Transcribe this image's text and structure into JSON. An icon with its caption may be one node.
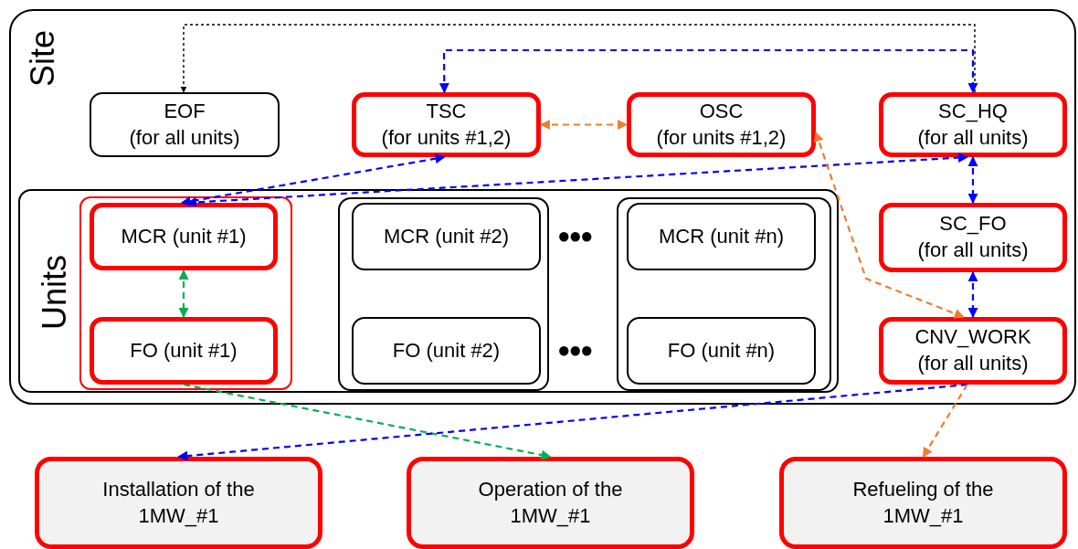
{
  "diagram": {
    "nodes": [
      {
        "text": [
          "Site"
        ]
      },
      {
        "text": [
          "EOF",
          "(for all units)"
        ],
        "in": 0
      },
      {
        "text": [
          "TSC",
          "(for units #1,2)"
        ],
        "in": 0
      },
      {
        "text": [
          "OSC",
          "(for units #1,2)"
        ],
        "in": 0
      },
      {
        "text": [
          "SC_HQ",
          "(for all units)"
        ],
        "in": 0
      },
      {
        "text": [
          "Units"
        ],
        "in": 0
      },
      {
        "text": [],
        "shape": "box",
        "in": 5
      },
      {
        "text": [
          "MCR (unit #1)"
        ],
        "in": 6
      },
      {
        "text": [
          "FO (unit #1)"
        ],
        "in": 6
      },
      {
        "text": [],
        "shape": "box",
        "in": 5
      },
      {
        "text": [
          "MCR (unit #2)"
        ],
        "in": 9
      },
      {
        "text": [
          "FO (unit #2)"
        ],
        "in": 9
      },
      {
        "text": [],
        "shape": "box",
        "in": 5
      },
      {
        "text": [
          "MCR (unit #n)"
        ],
        "in": 12
      },
      {
        "text": [
          "FO (unit #n)"
        ],
        "in": 12
      },
      {
        "text": [
          "SC_FO",
          "(for all units)"
        ],
        "in": 0
      },
      {
        "text": [
          "CNV_WORK",
          "(for all units)"
        ],
        "in": 0
      },
      {
        "text": [
          "Installation of the 1MW_#1"
        ]
      },
      {
        "text": [
          "Operation of the 1MW_#1"
        ]
      },
      {
        "text": [
          "Refueling of the 1MW_#1"
        ]
      }
    ],
    "edges": [
      {
        "from": 4,
        "to": 1,
        "arrow": "to",
        "style": "dashed",
        "color": "#000000"
      },
      {
        "from": 2,
        "to": 4,
        "arrow": "both",
        "style": "dashed"
      },
      {
        "from": 2,
        "to": 3,
        "arrow": "both",
        "style": "dashed",
        "color": "#ed7d31"
      },
      {
        "from": 7,
        "to": 2,
        "arrow": "both",
        "style": "dashed"
      },
      {
        "from": 7,
        "to": 4,
        "arrow": "both",
        "style": "dashed"
      },
      {
        "from": 4,
        "to": 15,
        "arrow": "both",
        "style": "dashed"
      },
      {
        "from": 15,
        "to": 16,
        "arrow": "both",
        "style": "dashed"
      },
      {
        "from": 3,
        "to": 16,
        "arrow": "both",
        "style": "dashed",
        "color": "#ed7d31"
      },
      {
        "from": 7,
        "to": 8,
        "arrow": "both",
        "style": "dashed",
        "color": "#00b050"
      },
      {
        "from": 8,
        "to": 18,
        "arrow": "to",
        "style": "dashed",
        "color": "#00b050"
      },
      {
        "from": 16,
        "to": 17,
        "arrow": "to",
        "style": "dashed"
      },
      {
        "from": 16,
        "to": 19,
        "arrow": "to",
        "style": "dashed",
        "color": "#ed7d31"
      }
    ],
    "labels": [
      "●●●",
      "●●●"
    ]
  }
}
